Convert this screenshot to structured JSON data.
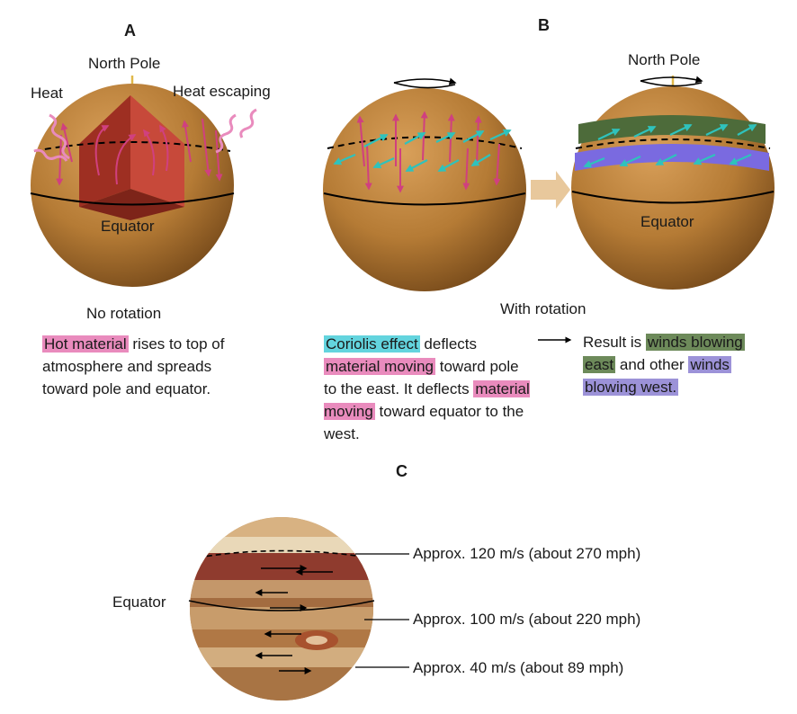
{
  "panels": {
    "a": {
      "letter": "A",
      "north_pole": "North Pole",
      "heat": "Heat",
      "heat_escaping": "Heat escaping",
      "equator": "Equator",
      "caption": "No rotation",
      "text_hl": "Hot material",
      "text_rest_1": "rises to",
      "text_rest_2": "top of atmosphere and spreads toward pole and equator."
    },
    "b": {
      "letter": "B",
      "north_pole": "North Pole",
      "equator": "Equator",
      "caption": "With rotation",
      "coriolis_hl": "Coriolis effect",
      "coriolis_rest": "deflects",
      "moving_hl_1": "material moving",
      "moving_rest_1": "toward pole to the east. It deflects",
      "moving_hl_2": "material moving",
      "moving_rest_2": "toward equator to the west.",
      "result_intro": "Result is",
      "result_hl_1a": "winds blowing",
      "result_hl_1b": "east",
      "result_mid": "and other",
      "result_hl_2a": "winds",
      "result_hl_2b": "blowing west."
    },
    "c": {
      "letter": "C",
      "equator": "Equator",
      "speed_1": "Approx. 120 m/s (about 270 mph)",
      "speed_2": "Approx. 100 m/s (about 220 mph)",
      "speed_3": "Approx. 40 m/s (about 89 mph)"
    }
  },
  "colors": {
    "planet": "#b97f36",
    "interior": "#c0402a",
    "heat": "#d9509a",
    "coriolis": "#2fc2bc",
    "east_band": "#4d6b3a",
    "west_band": "#7a6ae0"
  }
}
